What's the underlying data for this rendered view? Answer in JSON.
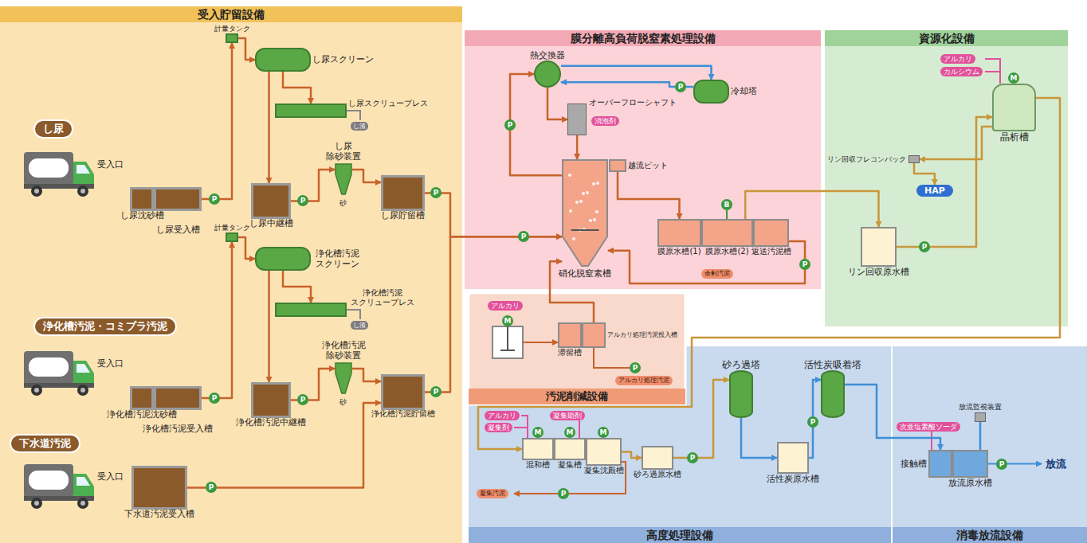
{
  "diagram": {
    "nodes": [
      {
        "text": [
          "受入貯留設備"
        ]
      },
      {
        "text": [
          "し尿"
        ],
        "in": 0
      },
      {
        "text": [
          "計量タンク"
        ],
        "in": 0
      },
      {
        "text": [
          "し尿スクリーン"
        ],
        "in": 0
      },
      {
        "text": [
          "し尿スクリュープレス"
        ],
        "in": 0
      },
      {
        "text": [
          "し尿 除砂装置"
        ],
        "in": 0
      },
      {
        "text": [
          "し尿沈砂槽"
        ],
        "in": 0
      },
      {
        "text": [
          "し尿受入槽"
        ],
        "in": 0
      },
      {
        "text": [
          "し尿中継槽"
        ],
        "in": 0
      },
      {
        "text": [
          "し尿貯留槽"
        ],
        "in": 0
      },
      {
        "text": [
          "浄化槽汚泥・コミプラ汚泥"
        ],
        "in": 0
      },
      {
        "text": [
          "計量タンク"
        ],
        "in": 0
      },
      {
        "text": [
          "浄化槽汚泥 スクリーン"
        ],
        "in": 0
      },
      {
        "text": [
          "浄化槽汚泥 スクリュープレス"
        ],
        "in": 0
      },
      {
        "text": [
          "浄化槽汚泥 除砂装置"
        ],
        "in": 0
      },
      {
        "text": [
          "浄化槽汚泥沈砂槽"
        ],
        "in": 0
      },
      {
        "text": [
          "浄化槽汚泥受入槽"
        ],
        "in": 0
      },
      {
        "text": [
          "浄化槽汚泥中継槽"
        ],
        "in": 0
      },
      {
        "text": [
          "浄化槽汚泥貯留槽"
        ],
        "in": 0
      },
      {
        "text": [
          "下水道汚泥"
        ],
        "in": 0
      },
      {
        "text": [
          "下水道汚泥受入槽"
        ],
        "in": 0
      },
      {
        "text": [
          "膜分離高負荷脱窒素処理設備"
        ]
      },
      {
        "text": [
          "熱交換器"
        ],
        "in": 21
      },
      {
        "text": [
          "冷却塔"
        ],
        "in": 21
      },
      {
        "text": [
          "オーバーフローシャフト"
        ],
        "in": 21
      },
      {
        "text": [
          "硝化脱窒素槽"
        ],
        "in": 21
      },
      {
        "text": [
          "越流ピット"
        ],
        "in": 21
      },
      {
        "text": [
          "膜原水槽(1)"
        ],
        "in": 21
      },
      {
        "text": [
          "膜原水槽(2)"
        ],
        "in": 21
      },
      {
        "text": [
          "返送汚泥槽"
        ],
        "in": 21
      },
      {
        "text": [
          "汚泥削減設備"
        ]
      },
      {
        "text": [
          "滞留槽"
        ],
        "in": 30
      },
      {
        "text": [
          "アルカリ処理汚泥投入槽"
        ],
        "in": 30
      },
      {
        "text": [
          "資源化設備"
        ]
      },
      {
        "text": [
          "晶析槽"
        ],
        "in": 33
      },
      {
        "text": [
          "リン回収フレコンバック"
        ],
        "in": 33
      },
      {
        "text": [
          "HAP"
        ],
        "in": 33
      },
      {
        "text": [
          "リン回収原水槽"
        ],
        "in": 33
      },
      {
        "text": [
          "高度処理設備"
        ]
      },
      {
        "text": [
          "混和槽"
        ],
        "in": 38
      },
      {
        "text": [
          "凝集槽"
        ],
        "in": 38
      },
      {
        "text": [
          "凝集沈殿槽"
        ],
        "in": 38
      },
      {
        "text": [
          "砂ろ過原水槽"
        ],
        "in": 38
      },
      {
        "text": [
          "砂ろ過塔"
        ],
        "in": 38
      },
      {
        "text": [
          "活性炭吸着塔"
        ],
        "in": 38
      },
      {
        "text": [
          "活性炭原水槽"
        ],
        "in": 38
      },
      {
        "text": [
          "消毒放流設備"
        ]
      },
      {
        "text": [
          "放流監視装置"
        ],
        "in": 46
      },
      {
        "text": [
          "接触槽"
        ],
        "in": 46
      },
      {
        "text": [
          "放流原水槽"
        ],
        "in": 46
      }
    ],
    "edges": [
      {
        "from": 7,
        "to": 2,
        "arrow": "to"
      },
      {
        "from": 2,
        "to": 3,
        "arrow": "to"
      },
      {
        "from": 3,
        "to": 4,
        "arrow": "to"
      },
      {
        "from": 3,
        "to": 8,
        "arrow": "to"
      },
      {
        "from": 8,
        "to": 5,
        "arrow": "to"
      },
      {
        "from": 5,
        "to": 9,
        "arrow": "to"
      },
      {
        "from": 9,
        "to": 25,
        "arrow": "to"
      },
      {
        "from": 16,
        "to": 11,
        "arrow": "to"
      },
      {
        "from": 11,
        "to": 12,
        "arrow": "to"
      },
      {
        "from": 12,
        "to": 13,
        "arrow": "to"
      },
      {
        "from": 12,
        "to": 17,
        "arrow": "to"
      },
      {
        "from": 17,
        "to": 14,
        "arrow": "to"
      },
      {
        "from": 14,
        "to": 18,
        "arrow": "to"
      },
      {
        "from": 20,
        "to": 18,
        "arrow": "to"
      },
      {
        "from": 18,
        "to": 25,
        "arrow": "to"
      },
      {
        "from": 22,
        "to": 23,
        "arrow": "to"
      },
      {
        "from": 23,
        "to": 22,
        "arrow": "to"
      },
      {
        "from": 25,
        "to": 22,
        "arrow": "to"
      },
      {
        "from": 22,
        "to": 24,
        "arrow": "to"
      },
      {
        "from": 24,
        "to": 25,
        "arrow": "to"
      },
      {
        "from": 26,
        "to": 27,
        "arrow": "to"
      },
      {
        "from": 29,
        "to": 25,
        "arrow": "to"
      },
      {
        "from": 28,
        "to": 37,
        "arrow": "to"
      },
      {
        "from": 37,
        "to": 34,
        "arrow": "to"
      },
      {
        "from": 34,
        "to": 35,
        "arrow": "to"
      },
      {
        "from": 35,
        "to": 36,
        "arrow": "to"
      },
      {
        "from": 32,
        "to": 25,
        "arrow": "to"
      },
      {
        "from": 34,
        "to": 39,
        "arrow": "to"
      },
      {
        "from": 41,
        "to": 42,
        "arrow": "to"
      },
      {
        "from": 42,
        "to": 43,
        "arrow": "to"
      },
      {
        "from": 43,
        "to": 45,
        "arrow": "to"
      },
      {
        "from": 45,
        "to": 44,
        "arrow": "to"
      },
      {
        "from": 44,
        "to": 48,
        "arrow": "to"
      },
      {
        "from": 49,
        "to": 47,
        "arrow": "none"
      }
    ],
    "labels": [
      "受入口",
      "し渣",
      "砂",
      "P",
      "P",
      "P",
      "受入口",
      "し渣",
      "砂",
      "P",
      "P",
      "P",
      "受入口",
      "P",
      "消泡剤",
      "P",
      "P",
      "P",
      "B",
      "P",
      "余剰汚泥",
      "アルカリ",
      "M",
      "P",
      "アルカリ処理汚泥",
      "アルカリ",
      "カルシウム",
      "M",
      "P",
      "アルカリ",
      "凝集剤",
      "凝集助剤",
      "M",
      "M",
      "M",
      "凝集汚泥",
      "P",
      "P",
      "P",
      "次亜塩素酸ソーダ",
      "P",
      "放流"
    ]
  }
}
